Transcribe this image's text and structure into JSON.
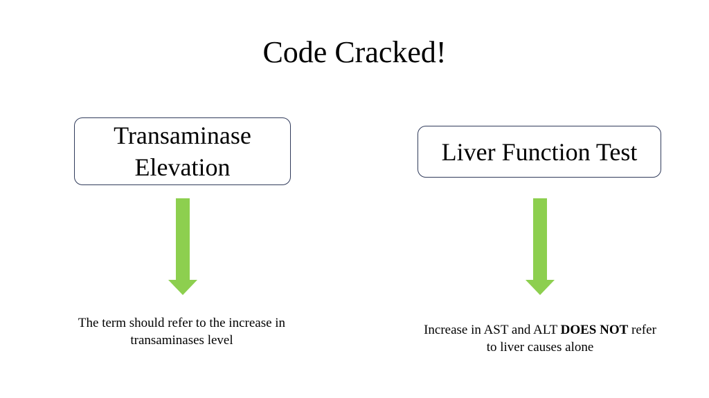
{
  "title": "Code Cracked!",
  "left_box": {
    "line1": "Transaminase",
    "line2": "Elevation"
  },
  "right_box": {
    "label": "Liver Function Test"
  },
  "left_caption": {
    "line1": "The term should refer to the increase in",
    "line2": "transaminases level"
  },
  "right_caption": {
    "line1_pre": "Increase in AST and ALT ",
    "line1_bold": "DOES NOT",
    "line1_post": " refer",
    "line2": "to liver causes alone"
  },
  "colors": {
    "arrow": "#8DCF4F",
    "box_border": "#2F3A5A"
  },
  "icons": {
    "arrow": "down-arrow-icon"
  }
}
